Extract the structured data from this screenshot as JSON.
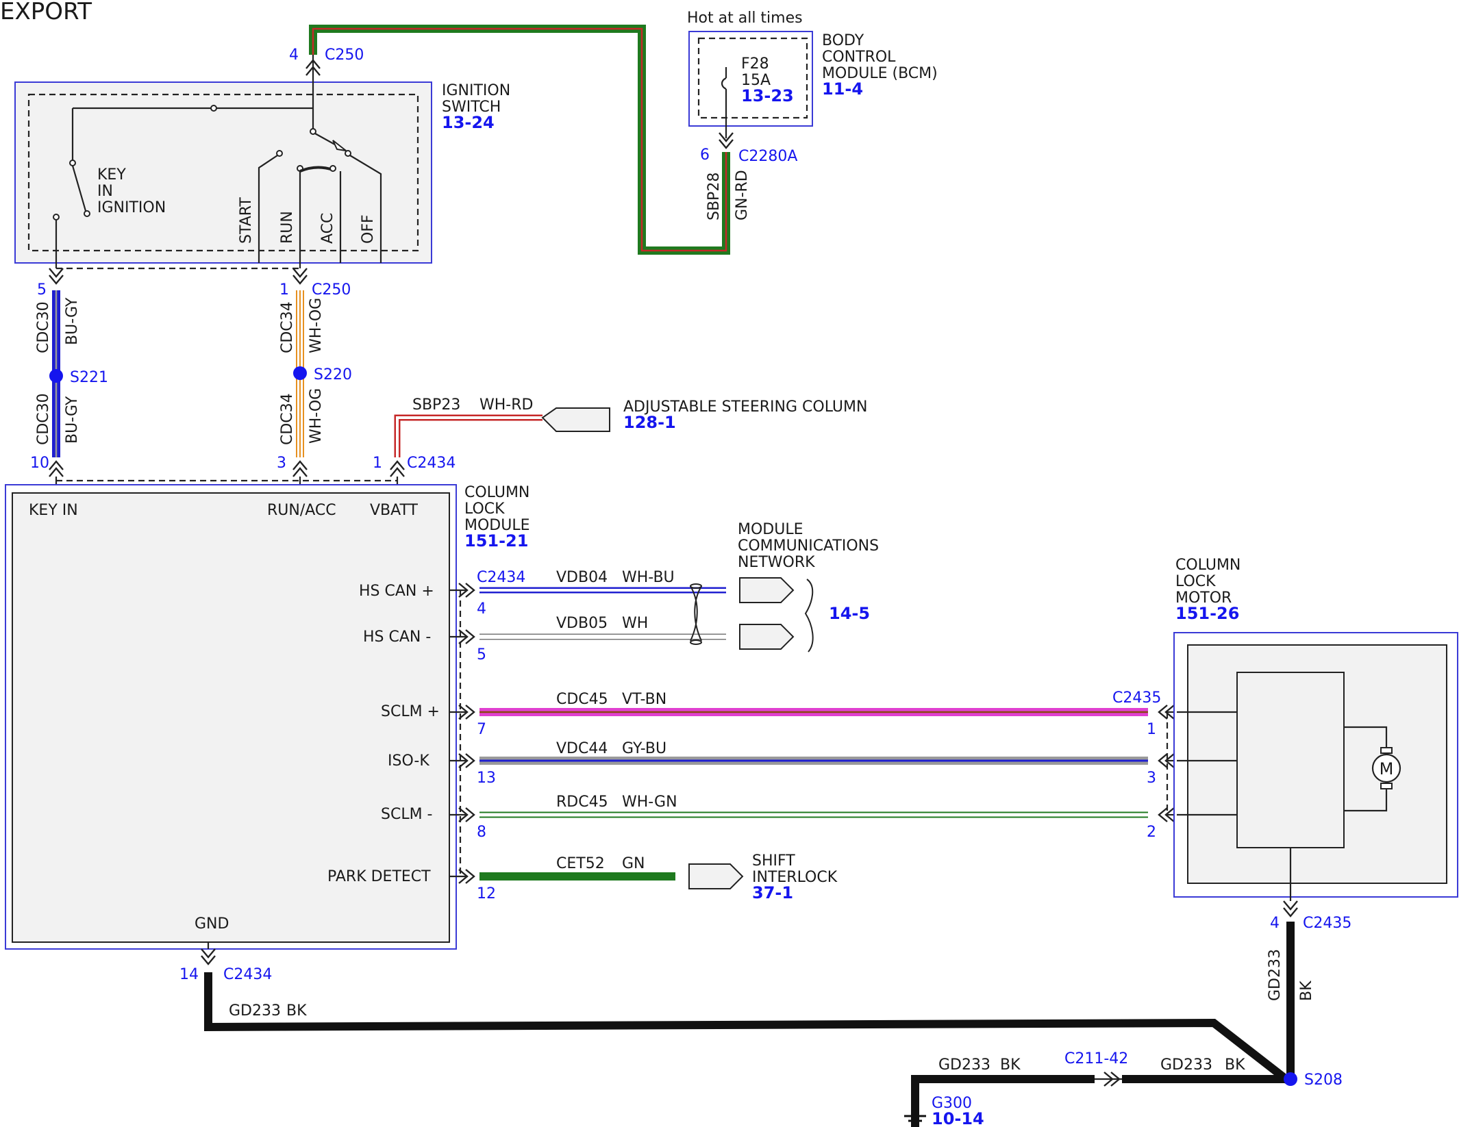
{
  "page": {
    "title": "EXPORT"
  },
  "components": {
    "ignition_switch": {
      "name_lines": [
        "IGNITION",
        "SWITCH"
      ],
      "ref": "13-24",
      "contacts": {
        "key": [
          "KEY",
          "IN",
          "IGNITION"
        ],
        "start": "START",
        "run": "RUN",
        "acc": "ACC",
        "off": "OFF"
      }
    },
    "bcm": {
      "hot_label": "Hot at all times",
      "name_lines": [
        "BODY",
        "CONTROL",
        "MODULE (BCM)"
      ],
      "ref": "11-4",
      "fuse": {
        "id": "F28",
        "rating": "15A",
        "ref": "13-23"
      }
    },
    "adj_column": {
      "name": "ADJUSTABLE STEERING COLUMN",
      "ref": "128-1"
    },
    "clm": {
      "name_lines": [
        "COLUMN",
        "LOCK",
        "MODULE"
      ],
      "ref": "151-21",
      "pins": {
        "key_in": "KEY IN",
        "run_acc": "RUN/ACC",
        "vbatt": "VBATT",
        "hs_can_plus": "HS CAN +",
        "hs_can_minus": "HS CAN -",
        "sclm_plus": "SCLM +",
        "iso_k": "ISO-K",
        "sclm_minus": "SCLM -",
        "park_detect": "PARK DETECT",
        "gnd": "GND"
      }
    },
    "network": {
      "name_lines": [
        "MODULE",
        "COMMUNICATIONS",
        "NETWORK"
      ],
      "ref": "14-5"
    },
    "shift_interlock": {
      "name_lines": [
        "SHIFT",
        "INTERLOCK"
      ],
      "ref": "37-1"
    },
    "motor": {
      "name_lines": [
        "COLUMN",
        "LOCK",
        "MOTOR"
      ],
      "ref": "151-26",
      "symbol": "M"
    },
    "ground": {
      "id": "G300",
      "ref": "10-14"
    }
  },
  "connectors": {
    "c250_top": {
      "id": "C250",
      "pin": "4"
    },
    "c2280a": {
      "id": "C2280A",
      "pin": "6"
    },
    "c250_run": {
      "id": "C250",
      "pin": "1"
    },
    "key_pin_top": "5",
    "key_pin_bottom": "10",
    "run_pin_bottom": "3",
    "c2434_vbatt": {
      "id": "C2434",
      "pin": "1"
    },
    "c2434_right": {
      "id": "C2434",
      "pins": {
        "hs_can_plus": "4",
        "hs_can_minus": "5",
        "sclm_plus": "7",
        "iso_k": "13",
        "sclm_minus": "8",
        "park_detect": "12"
      }
    },
    "c2435": {
      "id": "C2435",
      "pins": {
        "sclm_plus": "1",
        "iso_k": "3",
        "sclm_minus": "2"
      }
    },
    "c2435_gnd": {
      "id": "C2435",
      "pin": "4"
    },
    "c2434_gnd": {
      "id": "C2434",
      "pin": "14"
    },
    "c211": {
      "id": "C211-42"
    }
  },
  "splices": {
    "s221": "S221",
    "s220": "S220",
    "s208": "S208"
  },
  "wires": {
    "sbp28": {
      "circuit": "SBP28",
      "color": "GN-RD"
    },
    "cdc30_a": {
      "circuit": "CDC30",
      "color": "BU-GY"
    },
    "cdc30_b": {
      "circuit": "CDC30",
      "color": "BU-GY"
    },
    "cdc34_a": {
      "circuit": "CDC34",
      "color": "WH-OG"
    },
    "cdc34_b": {
      "circuit": "CDC34",
      "color": "WH-OG"
    },
    "sbp23": {
      "circuit": "SBP23",
      "color": "WH-RD"
    },
    "vdb04": {
      "circuit": "VDB04",
      "color": "WH-BU"
    },
    "vdb05": {
      "circuit": "VDB05",
      "color": "WH"
    },
    "cdc45": {
      "circuit": "CDC45",
      "color": "VT-BN"
    },
    "vdc44": {
      "circuit": "VDC44",
      "color": "GY-BU"
    },
    "rdc45": {
      "circuit": "RDC45",
      "color": "WH-GN"
    },
    "cet52": {
      "circuit": "CET52",
      "color": "GN"
    },
    "gd233_main": {
      "circuit": "GD233",
      "color": "BK"
    },
    "gd233_motor": {
      "circuit": "GD233",
      "color": "BK"
    },
    "gd233_left": {
      "circuit": "GD233",
      "color": "BK"
    },
    "gd233_right": {
      "circuit": "GD233",
      "color": "BK"
    }
  },
  "colors": {
    "label_blue": "#1515ee",
    "box_blue": "#3a3ad6",
    "panel_fill": "#f2f2f2",
    "wire_black": "#111111",
    "wire_green": "#1f7a1f",
    "wire_red": "#c62828",
    "wire_blue": "#1f1fd0",
    "wire_gray": "#9a9a9a",
    "wire_violet": "#e040d0",
    "wire_brown": "#8b4513",
    "wire_orange": "#e69020",
    "wire_white": "#ffffff"
  }
}
